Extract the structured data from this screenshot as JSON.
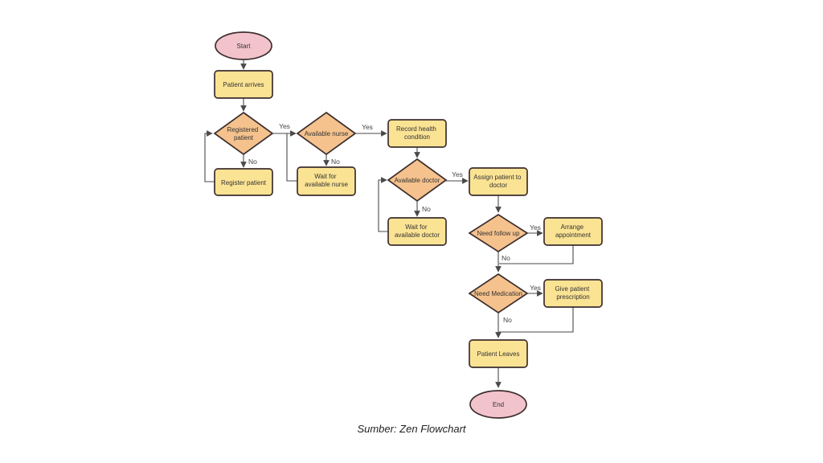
{
  "diagram": {
    "caption": "Sumber: Zen Flowchart",
    "colors": {
      "terminator_fill": "#F2C3CB",
      "process_fill": "#FBE394",
      "decision_fill": "#F5C28D",
      "shape_stroke": "#3D2E2E",
      "connector": "#4a4a4a"
    },
    "nodes": {
      "start": {
        "label": "Start"
      },
      "patient_arrives": {
        "label": "Patient arrives"
      },
      "registered_patient": {
        "line1": "Registered",
        "line2": "patient"
      },
      "register_patient": {
        "label": "Register patient"
      },
      "available_nurse": {
        "label": "Available nurse"
      },
      "wait_nurse": {
        "line1": "Wait for",
        "line2": "available nurse"
      },
      "record_health": {
        "line1": "Record health",
        "line2": "condition"
      },
      "available_doctor": {
        "label": "Available doctor"
      },
      "wait_doctor": {
        "line1": "Wait for",
        "line2": "available doctor"
      },
      "assign_patient": {
        "line1": "Assign patient to",
        "line2": "doctor"
      },
      "need_follow_up": {
        "label": "Need follow up"
      },
      "arrange_appointment": {
        "line1": "Arrange",
        "line2": "appointment"
      },
      "need_medication": {
        "label": "Need Medication"
      },
      "give_prescription": {
        "line1": "Give patient",
        "line2": "prescription"
      },
      "patient_leaves": {
        "label": "Patient Leaves"
      },
      "end": {
        "label": "End"
      }
    },
    "edge_labels": {
      "registered_yes": "Yes",
      "registered_no": "No",
      "nurse_yes": "Yes",
      "nurse_no": "No",
      "doctor_yes": "Yes",
      "doctor_no": "No",
      "follow_up_yes": "Yes",
      "follow_up_no": "No",
      "medication_yes": "Yes",
      "medication_no": "No"
    }
  }
}
